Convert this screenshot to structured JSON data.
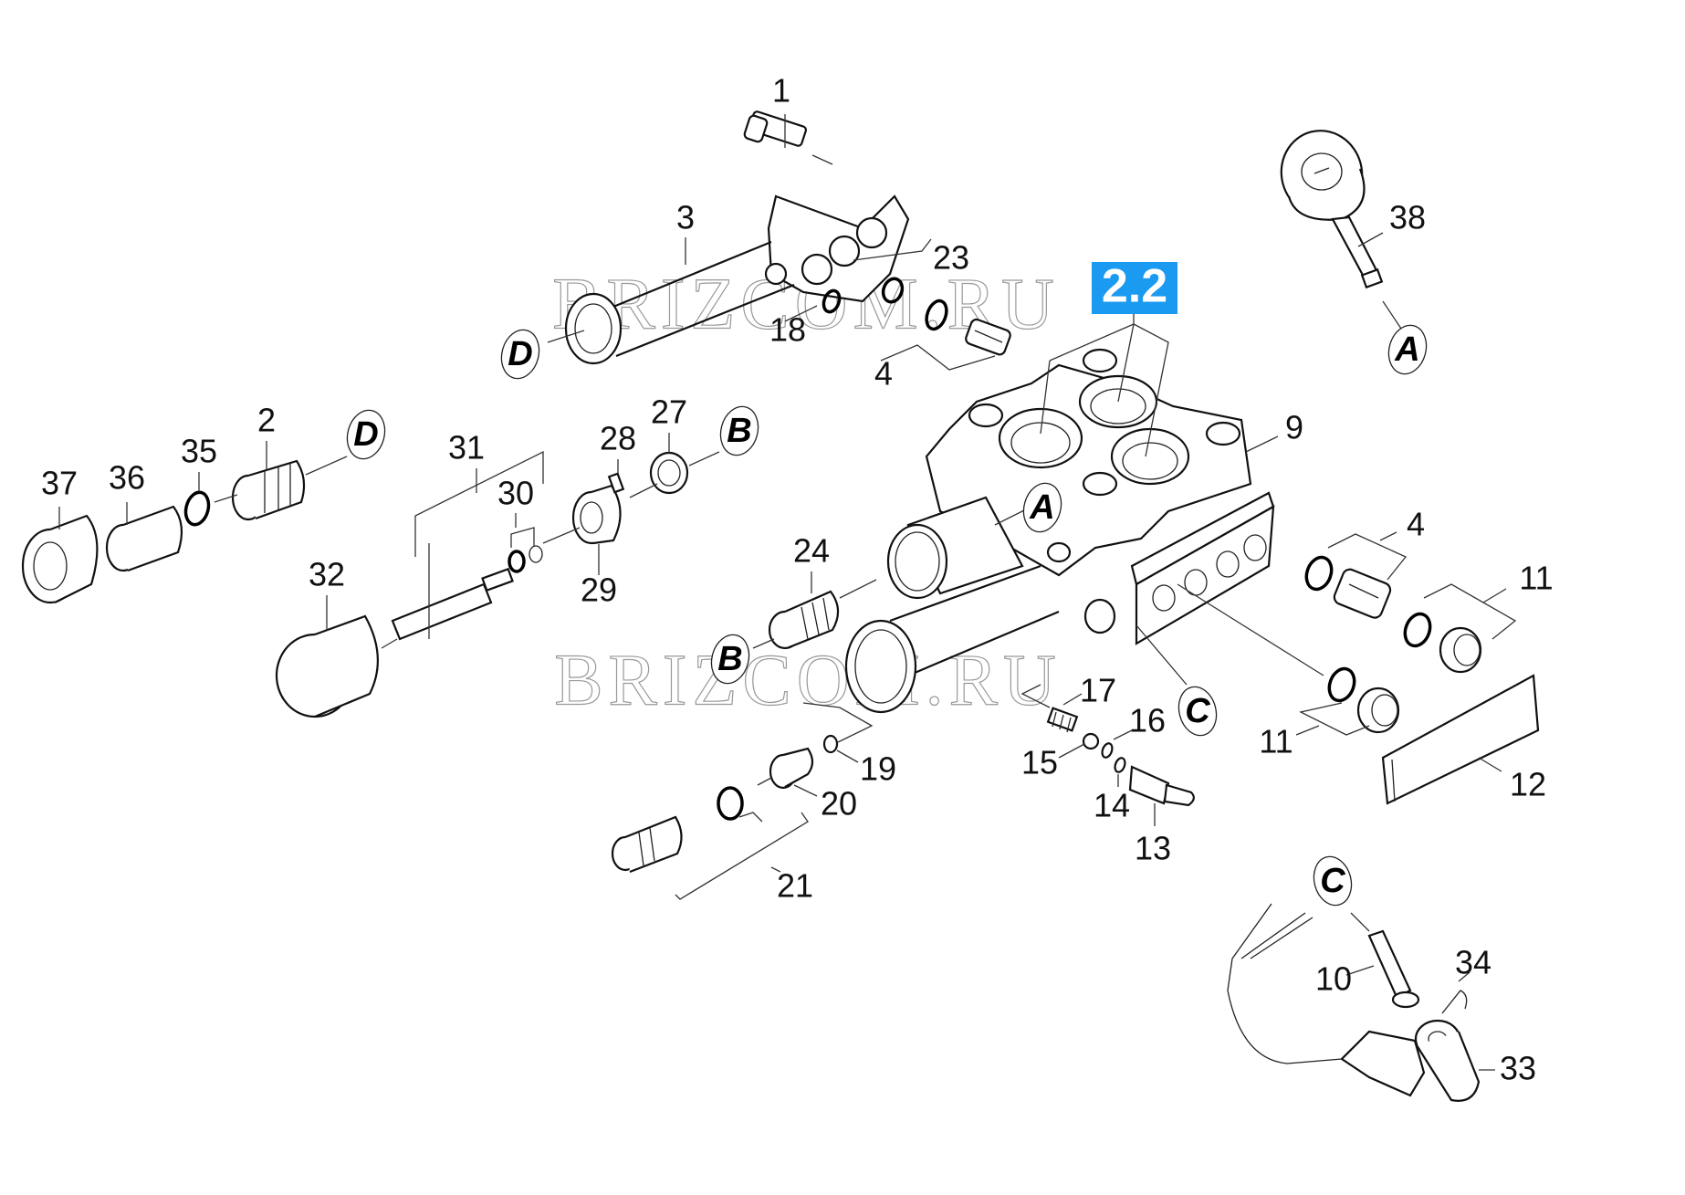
{
  "diagram": {
    "title": "Exploded parts diagram – pump head assembly",
    "group_badge": {
      "label": "2.2",
      "color": "#1a9af0"
    },
    "watermarks": [
      "BRIZCOM.RU",
      "BRIZCOM.RU"
    ],
    "part_labels": [
      {
        "id": "1"
      },
      {
        "id": "2"
      },
      {
        "id": "3"
      },
      {
        "id": "4"
      },
      {
        "id": "4"
      },
      {
        "id": "9"
      },
      {
        "id": "10"
      },
      {
        "id": "11"
      },
      {
        "id": "11"
      },
      {
        "id": "12"
      },
      {
        "id": "13"
      },
      {
        "id": "14"
      },
      {
        "id": "15"
      },
      {
        "id": "16"
      },
      {
        "id": "17"
      },
      {
        "id": "18"
      },
      {
        "id": "19"
      },
      {
        "id": "20"
      },
      {
        "id": "21"
      },
      {
        "id": "23"
      },
      {
        "id": "24"
      },
      {
        "id": "27"
      },
      {
        "id": "28"
      },
      {
        "id": "29"
      },
      {
        "id": "30"
      },
      {
        "id": "31"
      },
      {
        "id": "32"
      },
      {
        "id": "33"
      },
      {
        "id": "34"
      },
      {
        "id": "35"
      },
      {
        "id": "36"
      },
      {
        "id": "37"
      },
      {
        "id": "38"
      }
    ],
    "connection_refs": [
      {
        "letter": "D"
      },
      {
        "letter": "D"
      },
      {
        "letter": "A"
      },
      {
        "letter": "A"
      },
      {
        "letter": "B"
      },
      {
        "letter": "B"
      },
      {
        "letter": "C"
      },
      {
        "letter": "C"
      }
    ]
  }
}
